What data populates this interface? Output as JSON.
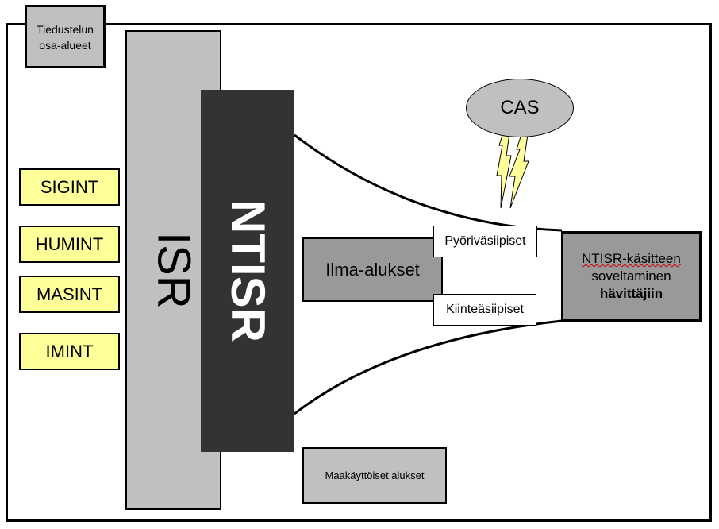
{
  "diagram": {
    "corner_label": [
      "Tiedustelun",
      "osa-alueet"
    ],
    "isr_label": "ISR",
    "ntisr_label": "NTISR",
    "intelligence_types": [
      "SIGINT",
      "HUMINT",
      "MASINT",
      "IMINT"
    ],
    "cas_label": "CAS",
    "aircraft_label": "Ilma-alukset",
    "rotary_wing_label": "Pyöriväsiipiset",
    "fixed_wing_label": "Kiinteäsiipiset",
    "application_label": {
      "line1": "NTISR-käsitteen",
      "line2": "soveltaminen",
      "line3": "hävittäjiin"
    },
    "ground_vehicles_label": "Maakäyttöiset alukset"
  },
  "colors": {
    "isr_bar": "#c0c0c0",
    "ntisr_bar": "#333333",
    "int_boxes": "#ffff99",
    "aircraft_box": "#999999",
    "lightning": "#ffff99"
  }
}
